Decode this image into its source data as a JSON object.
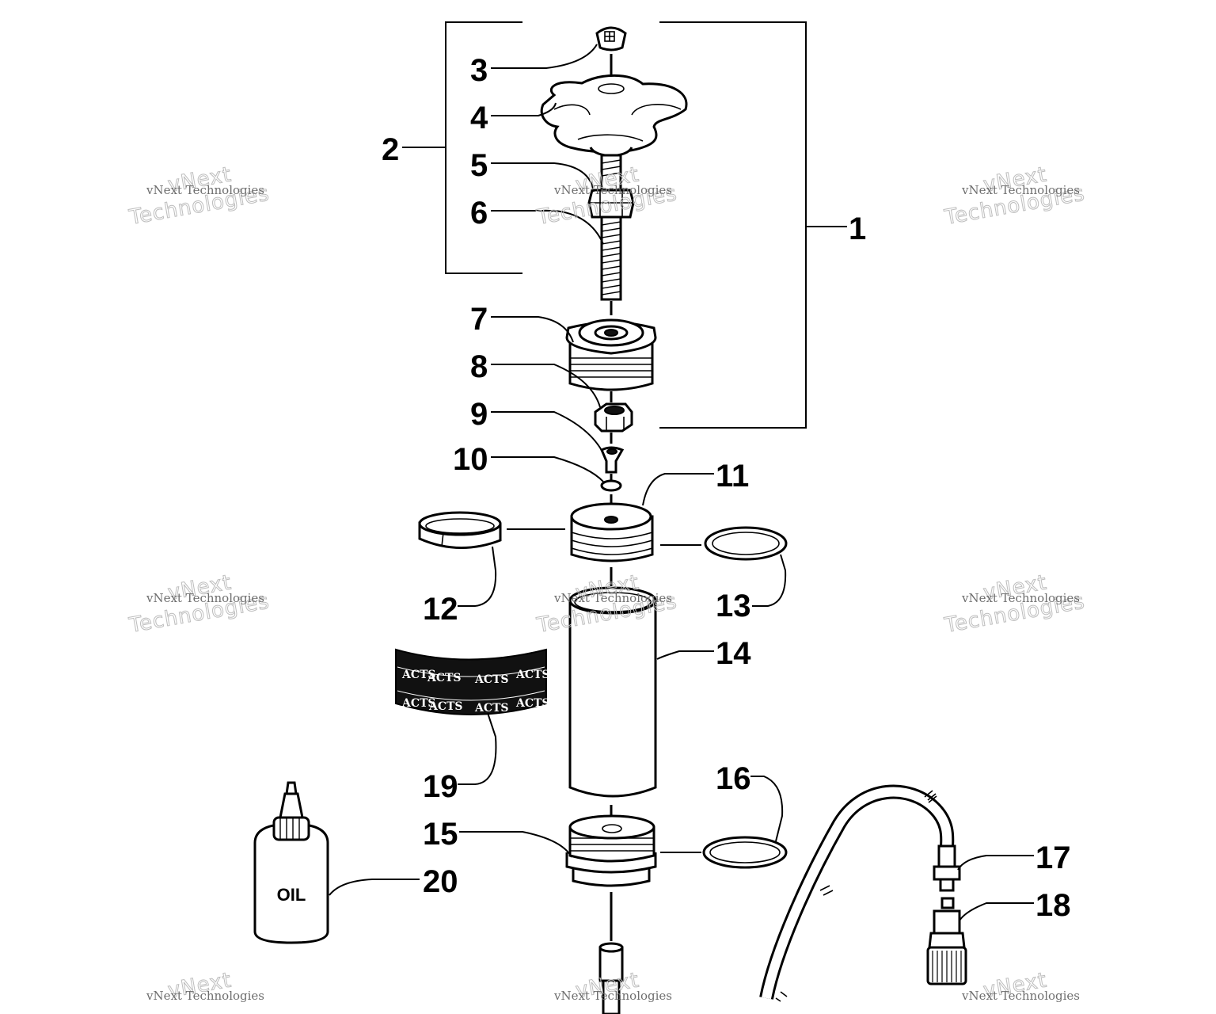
{
  "diagram": {
    "callouts": [
      {
        "id": "1",
        "label": "1"
      },
      {
        "id": "2",
        "label": "2"
      },
      {
        "id": "3",
        "label": "3"
      },
      {
        "id": "4",
        "label": "4"
      },
      {
        "id": "5",
        "label": "5"
      },
      {
        "id": "6",
        "label": "6"
      },
      {
        "id": "7",
        "label": "7"
      },
      {
        "id": "8",
        "label": "8"
      },
      {
        "id": "9",
        "label": "9"
      },
      {
        "id": "10",
        "label": "10"
      },
      {
        "id": "11",
        "label": "11"
      },
      {
        "id": "12",
        "label": "12"
      },
      {
        "id": "13",
        "label": "13"
      },
      {
        "id": "14",
        "label": "14"
      },
      {
        "id": "15",
        "label": "15"
      },
      {
        "id": "16",
        "label": "16"
      },
      {
        "id": "17",
        "label": "17"
      },
      {
        "id": "18",
        "label": "18"
      },
      {
        "id": "19",
        "label": "19"
      },
      {
        "id": "20",
        "label": "20"
      }
    ],
    "oil_bottle_label": "OIL",
    "decal_logo_text": "ACTS"
  },
  "watermark": {
    "line1": "vNext",
    "line2": "Technologies",
    "small": "vNext Technologies"
  },
  "colors": {
    "line": "#000000",
    "background": "#ffffff",
    "watermark_outline": "#bdbdbd",
    "watermark_text": "#6e6e6e"
  }
}
